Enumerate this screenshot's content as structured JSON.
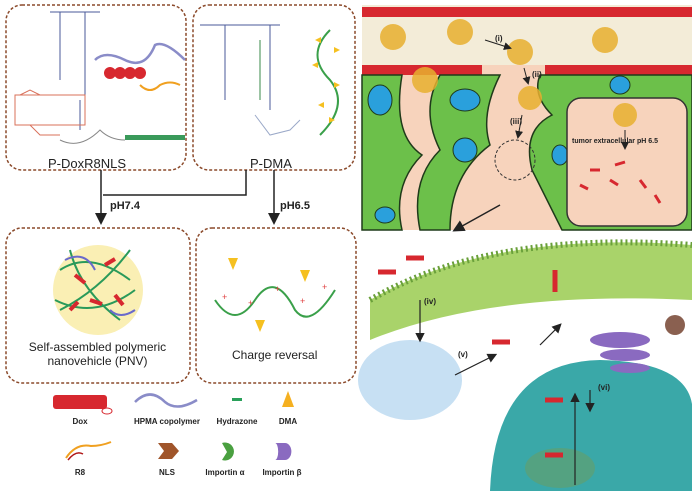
{
  "boxes": {
    "polymer1": "P-DoxR8NLS",
    "polymer2": "P-DMA",
    "pnv": "Self-assembled polymeric nanovehicle (PNV)",
    "charge": "Charge reversal"
  },
  "arrows": {
    "ph74": "pH7.4",
    "ph65": "pH6.5"
  },
  "legend": [
    {
      "label": "Dox",
      "icon": "dox-icon"
    },
    {
      "label": "HPMA copolymer",
      "icon": "hpma-icon"
    },
    {
      "label": "Hydrazone",
      "icon": "hydrazone-icon"
    },
    {
      "label": "DMA",
      "icon": "dma-icon"
    },
    {
      "label": "R8",
      "icon": "r8-icon"
    },
    {
      "label": "NLS",
      "icon": "nls-icon"
    },
    {
      "label": "Importin α",
      "icon": "importin-alpha-icon"
    },
    {
      "label": "Importin β",
      "icon": "importin-beta-icon"
    }
  ],
  "tumor": {
    "inset_label": "tumor extracellular pH 6.5",
    "steps": [
      "(i)",
      "(ii)",
      "(iii)",
      "(iv)",
      "(v)",
      "(vi)"
    ]
  },
  "colors": {
    "dox": "#d7282f",
    "vessel": "#f3ecd8",
    "cell": "#6cc04a",
    "nucleus": "#2aa0dc",
    "tissue": "#f7d3bc",
    "box_border": "#8b4a2b"
  }
}
